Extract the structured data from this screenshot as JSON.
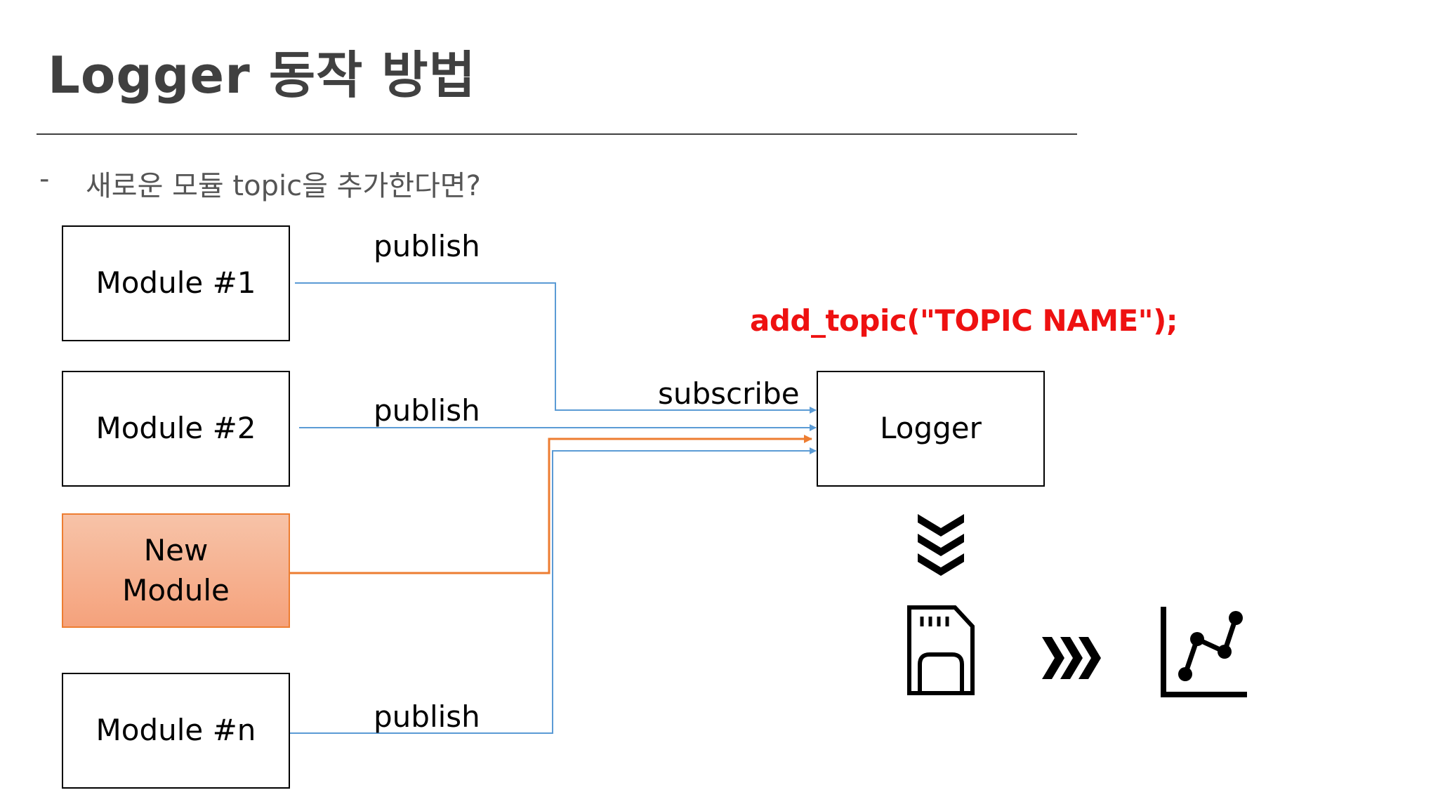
{
  "slide": {
    "title": "Logger 동작 방법",
    "bullet_marker": "-",
    "bullet_text": "새로운 모듈 topic을 추가한다면?"
  },
  "nodes": {
    "module_1": "Module #1",
    "module_2": "Module #2",
    "new_module": "New\nModule",
    "module_n": "Module #n",
    "logger": "Logger"
  },
  "edge_labels": {
    "publish_1": "publish",
    "publish_2": "publish",
    "publish_n": "publish",
    "subscribe": "subscribe"
  },
  "annotation": {
    "code": "add_topic(\"TOPIC NAME\");"
  },
  "icons": {
    "down_chevrons": "triple-chevron-down-icon",
    "sd_card": "sd-card-icon",
    "right_chevrons": "triple-chevron-right-icon",
    "graph": "line-graph-icon"
  },
  "colors": {
    "blue_wire": "#5b9bd5",
    "orange_wire": "#ed7d31",
    "annotation_red": "#ee1111",
    "title_gray": "#404040"
  }
}
